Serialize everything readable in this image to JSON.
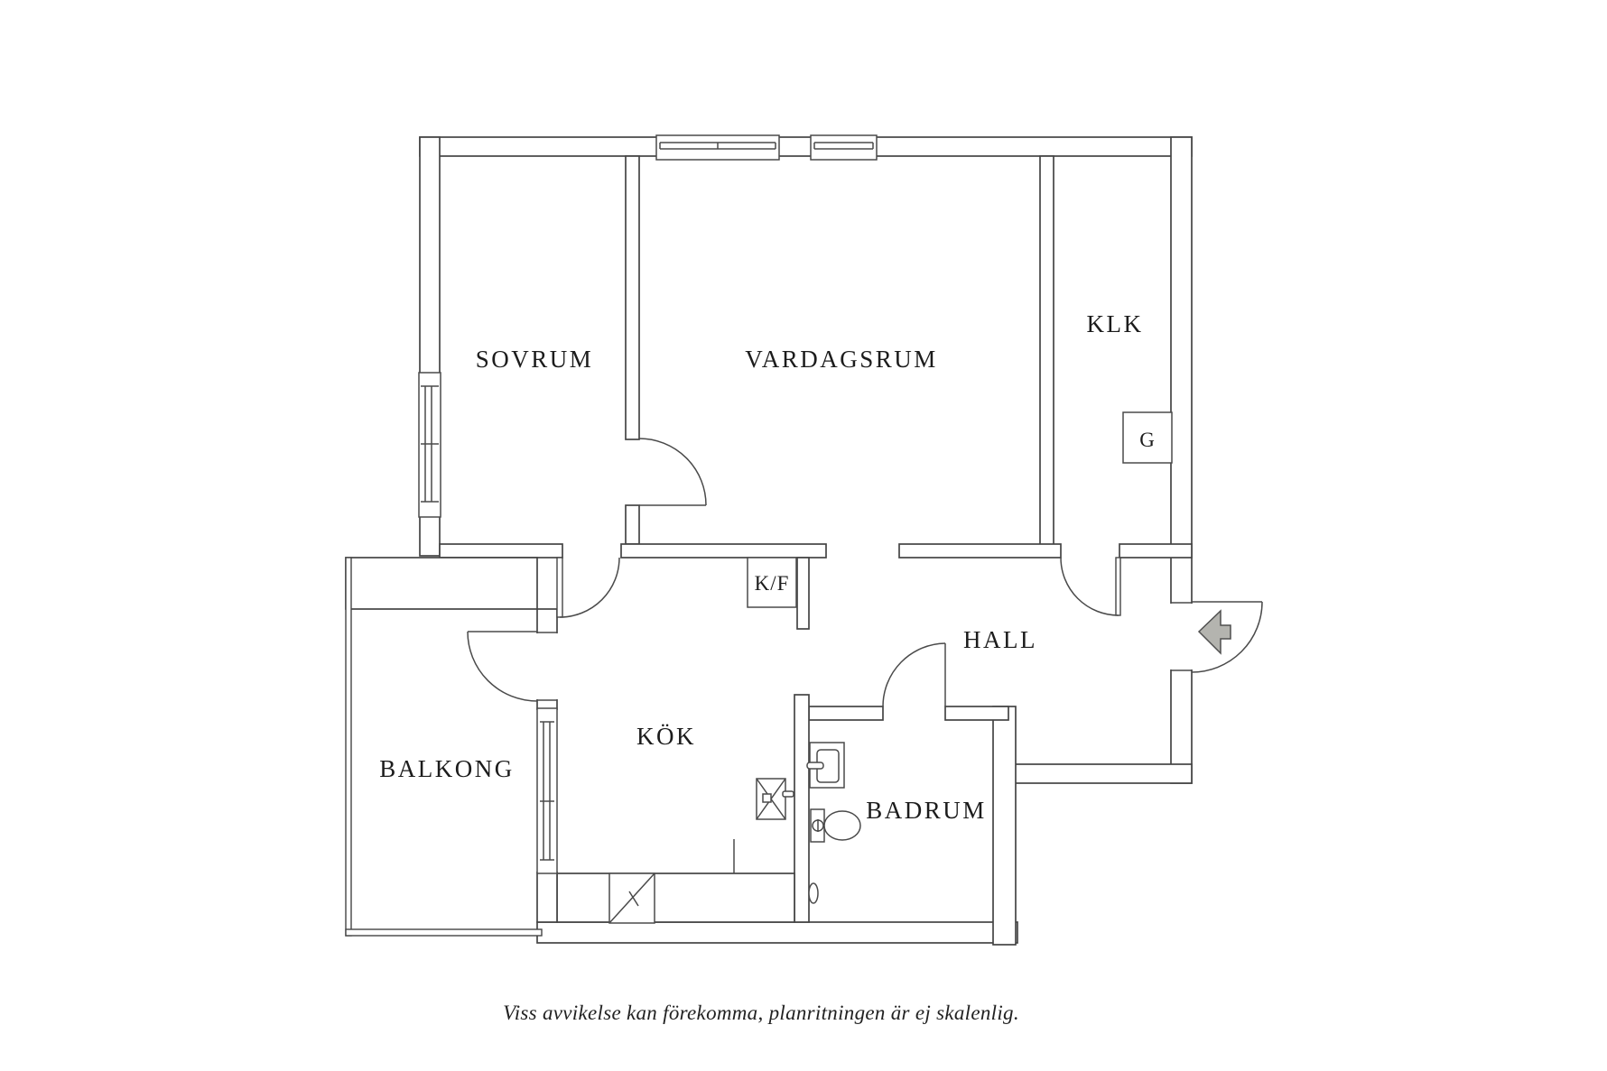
{
  "rooms": {
    "sovrum": {
      "label": "SOVRUM"
    },
    "vardagsrum": {
      "label": "VARDAGSRUM"
    },
    "klk": {
      "label": "KLK"
    },
    "hall": {
      "label": "HALL"
    },
    "kok": {
      "label": "KÖK"
    },
    "balkong": {
      "label": "BALKONG"
    },
    "badrum": {
      "label": "BADRUM"
    }
  },
  "storage": {
    "garderob": {
      "label": "G"
    },
    "kyl_frys": {
      "label": "K/F"
    }
  },
  "caption": {
    "text": "Viss avvikelse kan förekomma, planritningen är ej skalenlig."
  },
  "colors": {
    "background": "#ffffff",
    "wall_line": "#454545",
    "text": "#1c1c1c",
    "entry_arrow_fill": "#b4b4af",
    "entry_arrow_stroke": "#4f4f4f"
  }
}
